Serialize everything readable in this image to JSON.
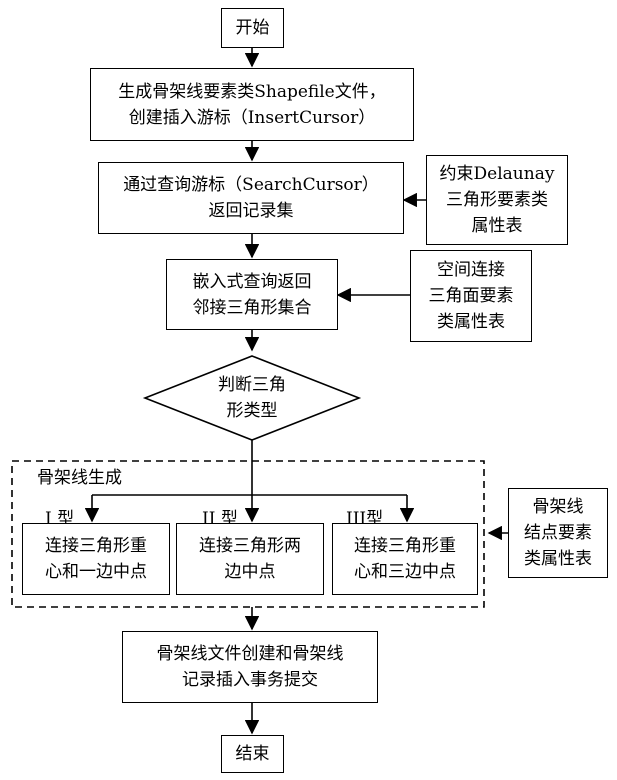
{
  "start": "开始",
  "step1": {
    "line1": "生成骨架线要素类Shapefile文件，",
    "line2": "创建插入游标（InsertCursor）"
  },
  "step2": {
    "line1": "通过查询游标（SearchCursor）",
    "line2": "返回记录集"
  },
  "input1": {
    "line1": "约束Delaunay",
    "line2": "三角形要素类",
    "line3": "属性表"
  },
  "step3": {
    "line1": "嵌入式查询返回",
    "line2": "邻接三角形集合"
  },
  "input2": {
    "line1": "空间连接",
    "line2": "三角面要素",
    "line3": "类属性表"
  },
  "decision": {
    "line1": "判断三角",
    "line2": "形类型"
  },
  "group_label": "骨架线生成",
  "branches": [
    {
      "type_label": "I 型",
      "line1": "连接三角形重",
      "line2": "心和一边中点"
    },
    {
      "type_label": "II 型",
      "line1": "连接三角形两",
      "line2": "边中点"
    },
    {
      "type_label": "III型",
      "line1": "连接三角形重",
      "line2": "心和三边中点"
    }
  ],
  "output1": {
    "line1": "骨架线",
    "line2": "结点要素",
    "line3": "类属性表"
  },
  "step4": {
    "line1": "骨架线文件创建和骨架线",
    "line2": "记录插入事务提交"
  },
  "end": "结束"
}
